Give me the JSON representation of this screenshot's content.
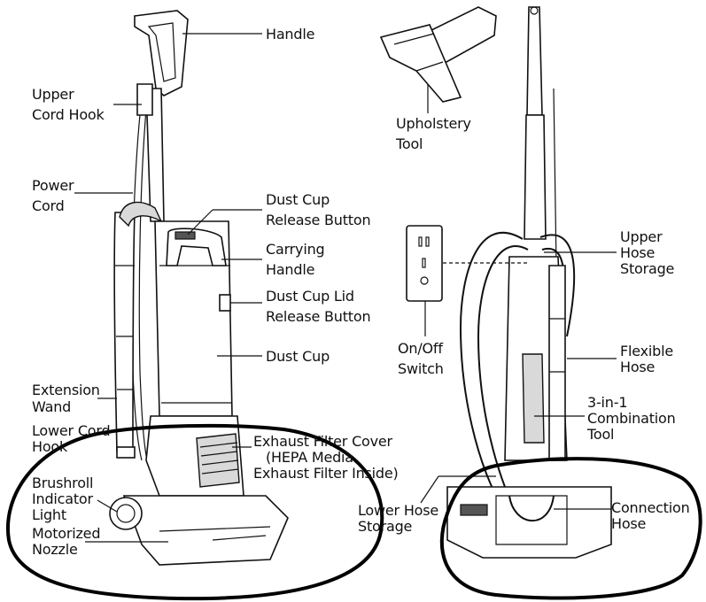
{
  "labels": {
    "handle": "Handle",
    "upper_cord_hook_1": "Upper",
    "upper_cord_hook_2": "Cord Hook",
    "power_cord_1": "Power",
    "power_cord_2": "Cord",
    "dust_cup_release_1": "Dust Cup",
    "dust_cup_release_2": "Release Button",
    "carrying_handle_1": "Carrying",
    "carrying_handle_2": "Handle",
    "dust_cup_lid_1": "Dust Cup Lid",
    "dust_cup_lid_2": "Release Button",
    "dust_cup": "Dust Cup",
    "extension_wand_1": "Extension",
    "extension_wand_2": "Wand",
    "lower_cord_hook_1": "Lower Cord",
    "lower_cord_hook_2": "Hook",
    "exhaust_filter_1": "Exhaust Filter Cover",
    "exhaust_filter_2": "(HEPA Media",
    "exhaust_filter_3": "Exhaust Filter Inside)",
    "brushroll_1": "Brushroll",
    "brushroll_2": "Indicator",
    "brushroll_3": "Light",
    "motorized_1": "Motorized",
    "motorized_2": "Nozzle",
    "upholstery_1": "Upholstery",
    "upholstery_2": "Tool",
    "onoff_1": "On/Off",
    "onoff_2": "Switch",
    "upper_hose_1": "Upper",
    "upper_hose_2": "Hose",
    "upper_hose_3": "Storage",
    "flexible_1": "Flexible",
    "flexible_2": "Hose",
    "combo_1": "3-in-1",
    "combo_2": "Combination",
    "combo_3": "Tool",
    "lower_hose_1": "Lower Hose",
    "lower_hose_2": "Storage",
    "connection_1": "Connection",
    "connection_2": "Hose"
  },
  "icons": {
    "vacuum_front": "upright-vacuum-front-view",
    "vacuum_back": "upright-vacuum-rear-view",
    "upholstery_tool": "upholstery-tool-drawing",
    "switch_panel": "on-off-switch-panel",
    "highlight_circle": "hand-drawn-circle"
  },
  "colors": {
    "line": "#111111",
    "background": "#ffffff",
    "fill_gray": "#d9d9d9"
  }
}
